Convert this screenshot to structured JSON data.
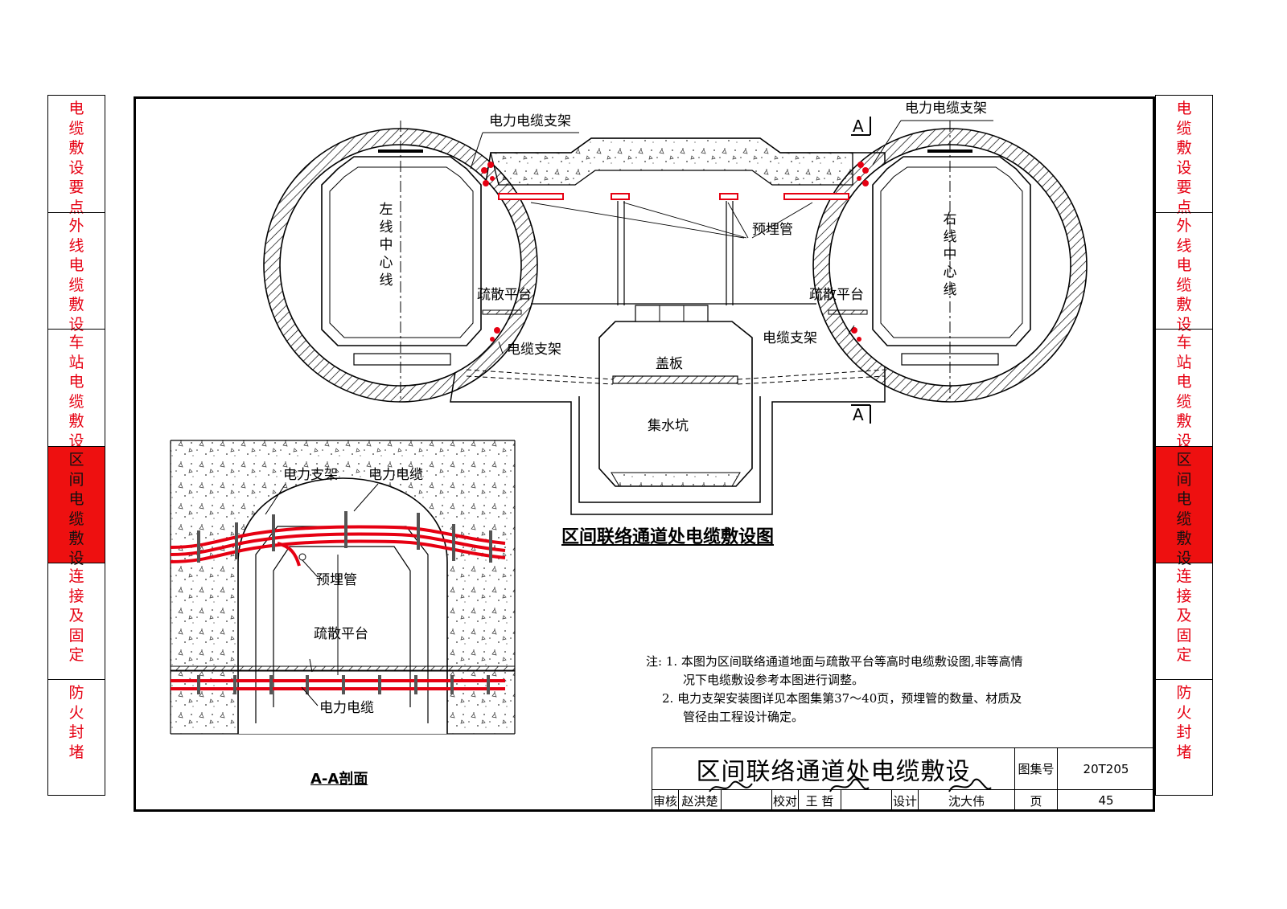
{
  "side_tabs": [
    {
      "label": "电缆敷设要点",
      "active": false
    },
    {
      "label": "外线电缆敷设",
      "active": false
    },
    {
      "label": "车站电缆敷设",
      "active": false
    },
    {
      "label": "区间电缆敷设",
      "active": true
    },
    {
      "label": "连接及固定",
      "active": false
    },
    {
      "label": "防火封堵",
      "active": false
    }
  ],
  "colors": {
    "tab_text": "#e60012",
    "tab_active_bg": "#ee1010",
    "cable": "#e60012"
  },
  "plan": {
    "power_bracket_left": "电力电缆支架",
    "power_bracket_right": "电力电缆支架",
    "section_mark_top": "A",
    "section_mark_bottom": "A",
    "left_centerline": "左线中心线",
    "right_centerline": "右线中心线",
    "embedded_pipe": "预埋管",
    "evac_platform_left": "疏散平台",
    "evac_platform_right": "疏散平台",
    "cable_bracket_left": "电缆支架",
    "cable_bracket_right": "电缆支架",
    "cover_plate": "盖板",
    "sump": "集水坑",
    "title": "区间联络通道处电缆敷设图"
  },
  "section": {
    "power_bracket": "电力支架",
    "power_cable_top": "电力电缆",
    "embedded_pipe": "预埋管",
    "evac_platform": "疏散平台",
    "power_cable_bottom": "电力电缆",
    "title": "A-A剖面"
  },
  "notes": {
    "line1": "注: 1. 本图为区间联络通道地面与疏散平台等高时电缆敷设图,非等高情",
    "line2": "况下电缆敷设参考本图进行调整。",
    "line3": "2. 电力支架安装图详见本图集第37～40页，预埋管的数量、材质及",
    "line4": "管径由工程设计确定。"
  },
  "title_block": {
    "drawing_title": "区间联络通道处电缆敷设",
    "atlas_label": "图集号",
    "atlas_no": "20T205",
    "review_label": "审核",
    "reviewer": "赵洪楚",
    "reviewer_sig": "赵洪楚",
    "check_label": "校对",
    "checker": "王 哲",
    "checker_sig": "王哲",
    "design_label": "设计",
    "designer": "沈大伟",
    "designer_sig": "沈大伟",
    "page_label": "页",
    "page_no": "45"
  }
}
